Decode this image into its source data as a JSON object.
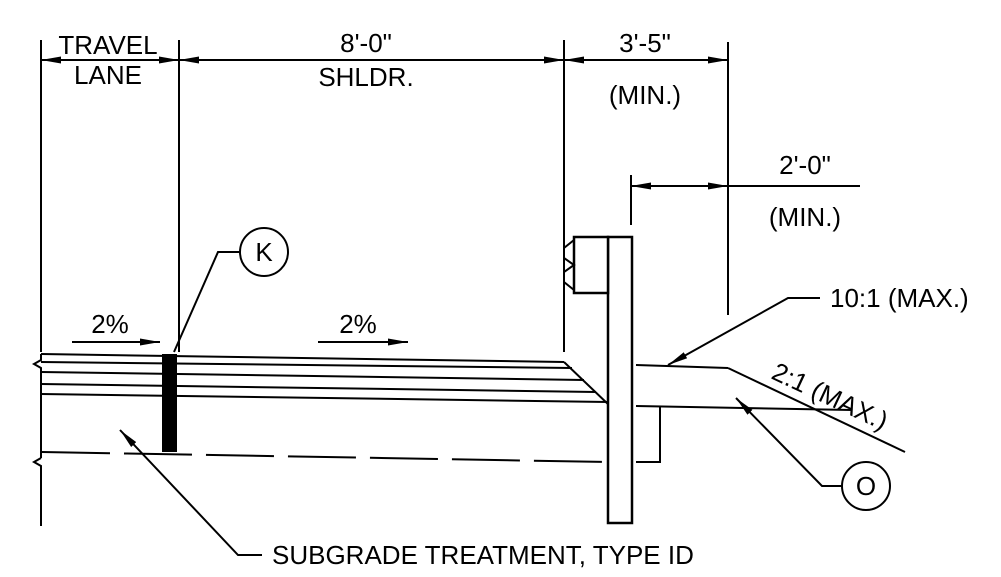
{
  "dimensions": {
    "travel_lane_line1": "TRAVEL",
    "travel_lane_line2": "LANE",
    "shoulder_value": "8'-0\"",
    "shoulder_label": "SHLDR.",
    "clearance_value": "3'-5\"",
    "clearance_note": "(MIN.)",
    "offset_value": "2'-0\"",
    "offset_note": "(MIN.)"
  },
  "slopes": {
    "lane_slope": "2%",
    "shoulder_slope": "2%",
    "fore_slope": "10:1 (MAX.)",
    "back_slope": "2:1 (MAX.)"
  },
  "callouts": {
    "k_marker": "K",
    "o_marker": "O",
    "subgrade": "SUBGRADE TREATMENT, TYPE ID"
  },
  "colors": {
    "line": "#000000",
    "background": "#ffffff"
  }
}
